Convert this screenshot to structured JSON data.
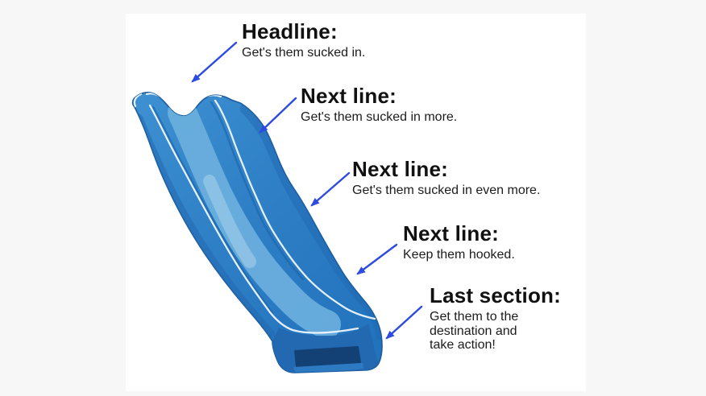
{
  "page": {
    "description": "Copywriting slippery-slide diagram"
  },
  "colors": {
    "page_bg": "#f7f7f8",
    "canvas_bg": "#ffffff",
    "arrow": "#2d4be1",
    "heading_text": "#111111",
    "body_text": "#1c1c1c",
    "slide_main": "#2f80c6",
    "slide_dark": "#1b5b9e",
    "slide_light": "#9ccae9"
  },
  "annotations": [
    {
      "title": "Headline:",
      "description": "Get's them sucked in."
    },
    {
      "title": "Next line:",
      "description": "Get's them sucked in more."
    },
    {
      "title": "Next line:",
      "description": "Get's them sucked in even more."
    },
    {
      "title": "Next line:",
      "description": "Keep them hooked."
    },
    {
      "title": "Last section:",
      "description": "Get them to the destination and take action!"
    }
  ]
}
